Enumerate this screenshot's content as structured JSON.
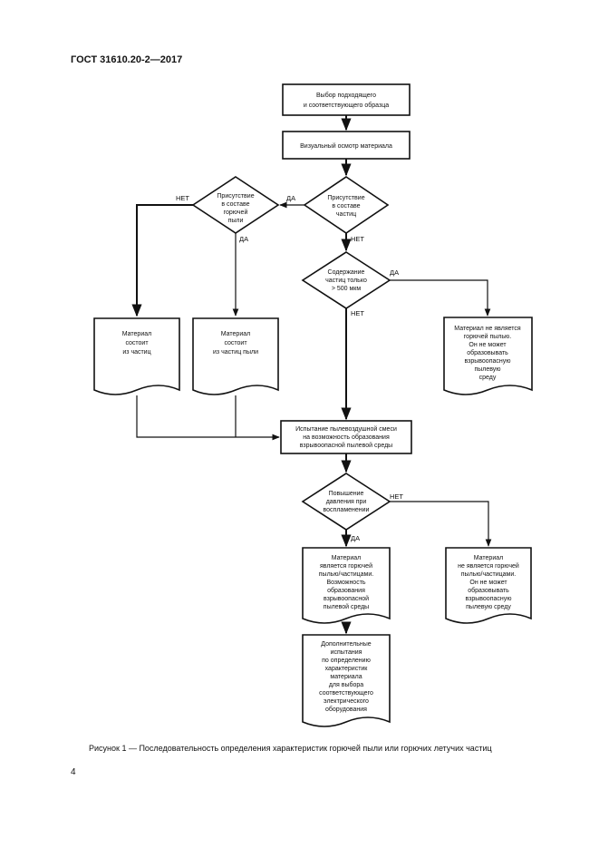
{
  "header": "ГОСТ 31610.20-2—2017",
  "caption": "Рисунок 1 — Последовательность определения характеристик горючей пыли или горючих летучих частиц",
  "page_number": "4",
  "nodes": {
    "select_sample": [
      "Выбор подходящего",
      "и соответствующего образца"
    ],
    "visual_inspection": [
      "Визуальный осмотр материала"
    ],
    "dust_presence": [
      "Присутствие",
      "в составе",
      "горючей",
      "пыли"
    ],
    "particle_presence": [
      "Присутствие",
      "в составе",
      "частиц"
    ],
    "particle_size": [
      "Содержание",
      "частиц только",
      "> 500 мкм"
    ],
    "material_particles": [
      "Материал",
      "состоит",
      "из частиц"
    ],
    "material_dust": [
      "Материал",
      "состоит",
      "из частиц пыли"
    ],
    "not_dust": [
      "Материал не является",
      "горючей пылью.",
      "Он не может",
      "образовывать",
      "взрывоопасную",
      "пылевую",
      "среду"
    ],
    "dust_air_test": [
      "Испытание пылевоздушной смеси",
      "на возможность образования",
      "взрывоопасной пылевой среды"
    ],
    "pressure_rise": [
      "Повышение",
      "давления при",
      "воспламенении"
    ],
    "is_flammable": [
      "Материал",
      "является горючей",
      "пылью/частицами.",
      "Возможность",
      "образования",
      "взрывоопасной",
      "пылевой среды"
    ],
    "not_flammable": [
      "Материал",
      "не является горючей",
      "пылью/частицами.",
      "Он не может",
      "образовывать",
      "взрывоопасную",
      "пылевую среду"
    ],
    "additional_tests": [
      "Дополнительные",
      "испытания",
      "по определению",
      "характеристик",
      "материала",
      "для выбора",
      "соответствующего",
      "электрического",
      "оборудования"
    ]
  },
  "edge_labels": {
    "yes": "ДА",
    "no": "НЕТ"
  }
}
